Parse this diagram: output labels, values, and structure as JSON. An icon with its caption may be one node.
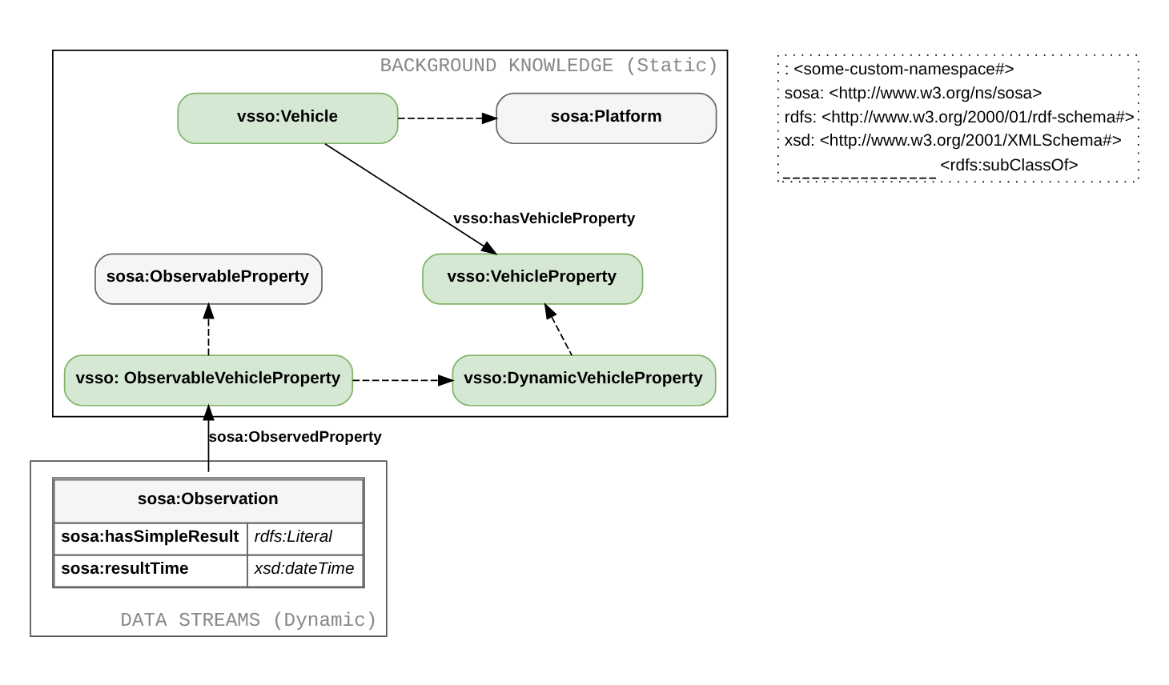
{
  "diagram": {
    "nodes": [
      {
        "text": [
          "BACKGROUND KNOWLEDGE (Static)"
        ]
      },
      {
        "text": [
          "sosa:Platform"
        ],
        "in": 0
      },
      {
        "text": [
          "vsso:Vehicle"
        ],
        "in": 0
      },
      {
        "text": [
          "sosa:ObservableProperty"
        ],
        "in": 0
      },
      {
        "text": [
          "vsso:VehicleProperty"
        ],
        "in": 0
      },
      {
        "text": [
          "vsso: ObservableVehicleProperty"
        ],
        "in": 0
      },
      {
        "text": [
          "vsso:DynamicVehicleProperty"
        ],
        "in": 0
      },
      {
        "text": [
          "DATA STREAMS (Dynamic)"
        ]
      },
      {
        "text": [
          "sosa:Observation",
          "sosa:hasSimpleResult",
          "rdfs:Literal",
          "sosa:resultTime",
          "xsd:dateTime"
        ],
        "in": 7
      }
    ],
    "edges": [
      {
        "from": 2,
        "to": 1,
        "arrow": "to",
        "style": "dashed"
      },
      {
        "from": 2,
        "to": 4,
        "arrow": "to",
        "label": "vsso:hasVehicleProperty"
      },
      {
        "from": 5,
        "to": 3,
        "arrow": "to",
        "style": "dashed"
      },
      {
        "from": 5,
        "to": 6,
        "arrow": "to",
        "style": "dashed"
      },
      {
        "from": 6,
        "to": 4,
        "arrow": "to",
        "style": "dashed"
      },
      {
        "from": 8,
        "to": 5,
        "arrow": "to",
        "label": "sosa:ObservedProperty"
      }
    ],
    "labels": [
      "**:** <some-custom-namespace#>",
      "**sosa:** <http://www.w3.org/ns/sosa>",
      "**rdfs:** <http://www.w3.org/2000/01/rdf-schema#>",
      "**xsd:** <http://www.w3.org/2001/XMLSchema#>"
    ],
    "legend": [
      {
        "text": "<rdfs:subClassOf>"
      }
    ]
  }
}
